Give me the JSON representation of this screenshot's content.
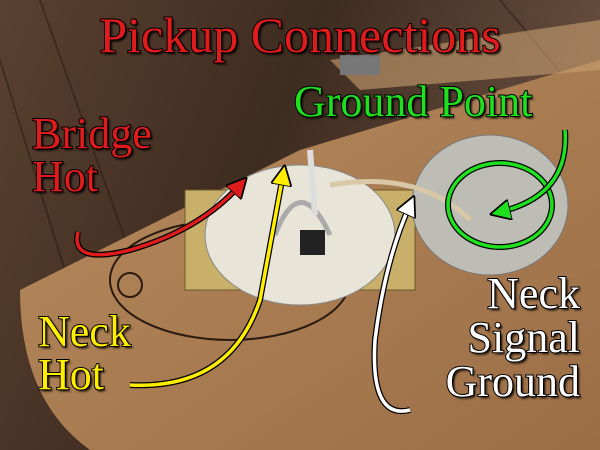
{
  "title": "Pickup Connections",
  "labels": {
    "bridge_hot": [
      "Bridge",
      "Hot"
    ],
    "ground_point": "Ground Point",
    "neck_hot": [
      "Neck",
      "Hot"
    ],
    "neck_signal_ground": [
      "Neck",
      "Signal",
      "Ground"
    ]
  },
  "colors": {
    "red": "#e01b1b",
    "green": "#1ee01e",
    "yellow": "#ffee00",
    "white": "#ffffff"
  }
}
